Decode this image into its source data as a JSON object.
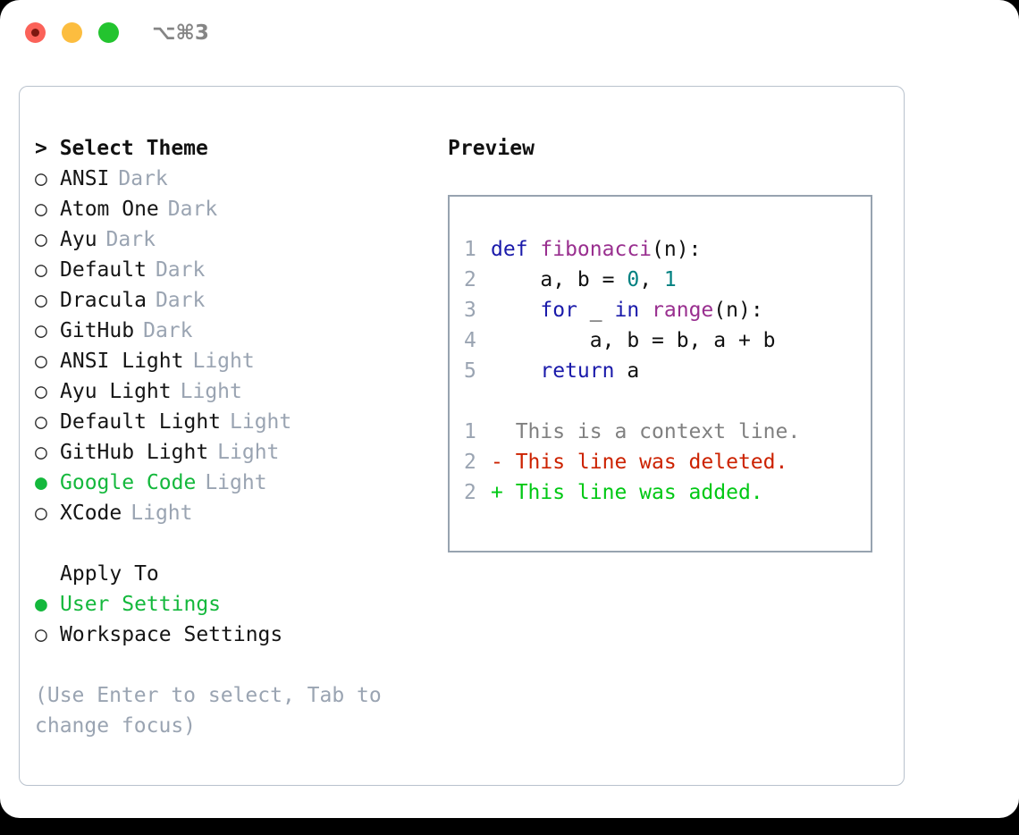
{
  "window": {
    "shortcut": "⌥⌘3",
    "traffic_lights": [
      {
        "name": "close",
        "color": "#fb6259"
      },
      {
        "name": "minimize",
        "color": "#fcbd3f"
      },
      {
        "name": "maximize",
        "color": "#23c42f"
      }
    ]
  },
  "theme_picker": {
    "heading": "> Select Theme",
    "selected_bullet": "●",
    "unselected_bullet": "○",
    "selected_color": "#14b83c",
    "kind_color": "#9aa4b2",
    "options": [
      {
        "name": "ANSI",
        "kind": "Dark",
        "selected": false
      },
      {
        "name": "Atom One",
        "kind": "Dark",
        "selected": false
      },
      {
        "name": "Ayu",
        "kind": "Dark",
        "selected": false
      },
      {
        "name": "Default",
        "kind": "Dark",
        "selected": false
      },
      {
        "name": "Dracula",
        "kind": "Dark",
        "selected": false
      },
      {
        "name": "GitHub",
        "kind": "Dark",
        "selected": false
      },
      {
        "name": "ANSI Light",
        "kind": "Light",
        "selected": false
      },
      {
        "name": "Ayu Light",
        "kind": "Light",
        "selected": false
      },
      {
        "name": "Default Light",
        "kind": "Light",
        "selected": false
      },
      {
        "name": "GitHub Light",
        "kind": "Light",
        "selected": false
      },
      {
        "name": "Google Code",
        "kind": "Light",
        "selected": true
      },
      {
        "name": "XCode",
        "kind": "Light",
        "selected": false
      }
    ]
  },
  "apply_to": {
    "heading": "Apply To",
    "options": [
      {
        "name": "User Settings",
        "selected": true
      },
      {
        "name": "Workspace Settings",
        "selected": false
      }
    ]
  },
  "hint": "(Use Enter to select, Tab to change focus)",
  "preview": {
    "title": "Preview",
    "code_lines": [
      {
        "number": "1",
        "tokens": [
          {
            "text": "def ",
            "kind": "kw"
          },
          {
            "text": "fibonacci",
            "kind": "fn"
          },
          {
            "text": "(n):",
            "kind": "plain"
          }
        ]
      },
      {
        "number": "2",
        "tokens": [
          {
            "text": "    a, b = ",
            "kind": "plain"
          },
          {
            "text": "0",
            "kind": "num"
          },
          {
            "text": ", ",
            "kind": "plain"
          },
          {
            "text": "1",
            "kind": "num"
          }
        ]
      },
      {
        "number": "3",
        "tokens": [
          {
            "text": "    ",
            "kind": "plain"
          },
          {
            "text": "for",
            "kind": "kw"
          },
          {
            "text": " _ ",
            "kind": "plain"
          },
          {
            "text": "in",
            "kind": "kw"
          },
          {
            "text": " ",
            "kind": "plain"
          },
          {
            "text": "range",
            "kind": "fn"
          },
          {
            "text": "(n):",
            "kind": "plain"
          }
        ]
      },
      {
        "number": "4",
        "tokens": [
          {
            "text": "        a, b = b, a + b",
            "kind": "plain"
          }
        ]
      },
      {
        "number": "5",
        "tokens": [
          {
            "text": "    ",
            "kind": "plain"
          },
          {
            "text": "return",
            "kind": "kw"
          },
          {
            "text": " a",
            "kind": "plain"
          }
        ]
      }
    ],
    "diff_lines": [
      {
        "number": "1",
        "marker": " ",
        "text": "  This is a context line.",
        "kind": "ctx"
      },
      {
        "number": "2",
        "marker": "-",
        "text": "- This line was deleted.",
        "kind": "del"
      },
      {
        "number": "2",
        "marker": "+",
        "text": "+ This line was added.",
        "kind": "add"
      }
    ],
    "colors": {
      "keyword": "#1a1aaa",
      "function": "#992f8f",
      "number": "#008080",
      "plain": "#111111",
      "context": "#808080",
      "deleted": "#cc2200",
      "added": "#00c814",
      "line_number": "#9aa4b2"
    }
  }
}
